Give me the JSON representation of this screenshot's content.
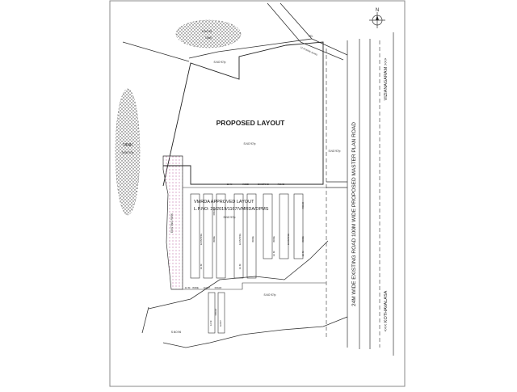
{
  "compass": {
    "north_label": "N"
  },
  "labels": {
    "proposed_layout": "PROPOSED LAYOUT",
    "vmrda_line1": "VMRDA APPROVED LAYOUT",
    "vmrda_line2": "L.P.NO: 29/2019/1167/VMRDA/DPMS",
    "tank_left": "TANK",
    "tank_top": "TANK",
    "existing_park": "EXISTING PARK",
    "main_road": "24M  WIDE  EXISTING  ROAD  100M  WIDE  PROPOSED  MASTER  PLAN  ROAD",
    "vizianagaram": "VIZIANAGARAM >>>",
    "kothavalasa": "<<< KOTHAVALASA",
    "road_label": "ROAD",
    "top_road": "RD.",
    "small_road_text": "12 M WIDE ROAD",
    "road_12m": "12 M",
    "road_wide": "WIDE",
    "road_existing": "EXISTING",
    "road_east": "EAST"
  },
  "survey_numbers": [
    "S.NO 95",
    "S.NO 97/p",
    "S.NO 97/p",
    "S.NO 97/p",
    "S.NO 97/p",
    "S.NO 97/p",
    "S.NO 97/p",
    "S.NO 96"
  ],
  "colors": {
    "line": "#333333",
    "thin_line": "#777777",
    "hatch": "#555555",
    "park_fill": "#e8b4d8"
  }
}
